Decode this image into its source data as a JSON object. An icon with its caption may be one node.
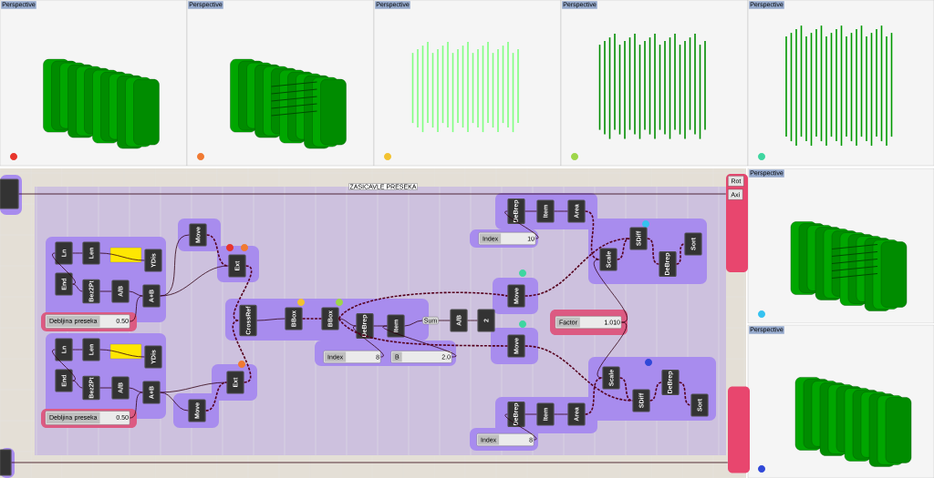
{
  "diagram": {
    "nodes": [
      {
        "text": [
          "Ln"
        ]
      },
      {
        "text": [
          "Len"
        ]
      },
      {
        "text": [
          "End"
        ]
      },
      {
        "text": [
          "Bez2Pt"
        ]
      },
      {
        "text": [
          "A/B"
        ]
      },
      {
        "text": [
          "YDis"
        ]
      },
      {
        "text": [
          "A+B"
        ]
      },
      {
        "text": [
          "Debljina preseka",
          "0.50"
        ]
      },
      {
        "text": [
          "Move"
        ]
      },
      {
        "text": [
          "Ext"
        ]
      },
      {
        "text": [
          "Ln"
        ]
      },
      {
        "text": [
          "Len"
        ]
      },
      {
        "text": [
          "End"
        ]
      },
      {
        "text": [
          "Bez2Pt"
        ]
      },
      {
        "text": [
          "A/B"
        ]
      },
      {
        "text": [
          "YDis"
        ]
      },
      {
        "text": [
          "A+B"
        ]
      },
      {
        "text": [
          "Debljina preseka",
          "0.50"
        ]
      },
      {
        "text": [
          "Move"
        ]
      },
      {
        "text": [
          "Ext"
        ]
      },
      {
        "text": [
          "CrossRef"
        ]
      },
      {
        "text": [
          "BBox"
        ]
      },
      {
        "text": [
          "BBox"
        ]
      },
      {
        "text": [
          "DeBrep"
        ]
      },
      {
        "text": [
          "Item"
        ]
      },
      {
        "text": [
          "Sum"
        ]
      },
      {
        "text": [
          "A/B"
        ]
      },
      {
        "text": [
          "2"
        ]
      },
      {
        "text": [
          "Index",
          "8"
        ]
      },
      {
        "text": [
          "B",
          "2.0"
        ]
      },
      {
        "text": [
          "DeBrep"
        ]
      },
      {
        "text": [
          "Item"
        ]
      },
      {
        "text": [
          "Area"
        ]
      },
      {
        "text": [
          "Index",
          "10"
        ]
      },
      {
        "text": [
          "Move"
        ]
      },
      {
        "text": [
          "Move"
        ]
      },
      {
        "text": [
          "Factor",
          "1.010"
        ]
      },
      {
        "text": [
          "Scale"
        ]
      },
      {
        "text": [
          "SDiff"
        ]
      },
      {
        "text": [
          "DeBrep"
        ]
      },
      {
        "text": [
          "Sort"
        ]
      },
      {
        "text": [
          "DeBrep"
        ]
      },
      {
        "text": [
          "Item"
        ]
      },
      {
        "text": [
          "Area"
        ]
      },
      {
        "text": [
          "Index",
          "8"
        ]
      },
      {
        "text": [
          "Scale"
        ]
      },
      {
        "text": [
          "SDiff"
        ]
      },
      {
        "text": [
          "DeBrep"
        ]
      },
      {
        "text": [
          "Sort"
        ]
      },
      {
        "text": [],
        "shape": "box"
      },
      {
        "text": [
          "Rot",
          "Axi"
        ]
      },
      {
        "text": [],
        "shape": "box"
      },
      {
        "text": [],
        "shape": "box"
      }
    ],
    "edges": [
      {
        "from": 2,
        "to": 0,
        "arrow": "none"
      },
      {
        "from": 0,
        "to": 1,
        "arrow": "none"
      },
      {
        "from": 2,
        "to": 3,
        "arrow": "none"
      },
      {
        "from": 3,
        "to": 4,
        "arrow": "none"
      },
      {
        "from": 4,
        "to": 6,
        "arrow": "none"
      },
      {
        "from": 1,
        "to": 5,
        "arrow": "none"
      },
      {
        "from": 7,
        "to": 6,
        "arrow": "none"
      },
      {
        "from": 6,
        "to": 8,
        "arrow": "none"
      },
      {
        "from": 6,
        "to": 9,
        "arrow": "none"
      },
      {
        "from": 8,
        "to": 9,
        "arrow": "none",
        "style": "dashed"
      },
      {
        "from": 12,
        "to": 10,
        "arrow": "none"
      },
      {
        "from": 10,
        "to": 11,
        "arrow": "none"
      },
      {
        "from": 12,
        "to": 13,
        "arrow": "none"
      },
      {
        "from": 13,
        "to": 14,
        "arrow": "none"
      },
      {
        "from": 14,
        "to": 16,
        "arrow": "none"
      },
      {
        "from": 11,
        "to": 15,
        "arrow": "none"
      },
      {
        "from": 17,
        "to": 16,
        "arrow": "none"
      },
      {
        "from": 16,
        "to": 18,
        "arrow": "none"
      },
      {
        "from": 16,
        "to": 19,
        "arrow": "none"
      },
      {
        "from": 18,
        "to": 19,
        "arrow": "none",
        "style": "dashed"
      },
      {
        "from": 9,
        "to": 20,
        "arrow": "none",
        "style": "dashed"
      },
      {
        "from": 19,
        "to": 20,
        "arrow": "none",
        "style": "dashed"
      },
      {
        "from": 20,
        "to": 21,
        "arrow": "none"
      },
      {
        "from": 21,
        "to": 22,
        "arrow": "none",
        "style": "dashed"
      },
      {
        "from": 22,
        "to": 23,
        "arrow": "none"
      },
      {
        "from": 28,
        "to": 23,
        "arrow": "none"
      },
      {
        "from": 23,
        "to": 24,
        "arrow": "none"
      },
      {
        "from": 29,
        "to": 24,
        "arrow": "none"
      },
      {
        "from": 24,
        "to": 25,
        "arrow": "none"
      },
      {
        "from": 25,
        "to": 26,
        "arrow": "none"
      },
      {
        "from": 26,
        "to": 27,
        "arrow": "none"
      },
      {
        "from": 22,
        "to": 34,
        "arrow": "none",
        "style": "dashed"
      },
      {
        "from": 22,
        "to": 35,
        "arrow": "none",
        "style": "dashed"
      },
      {
        "from": 33,
        "to": 30,
        "arrow": "none"
      },
      {
        "from": 30,
        "to": 31,
        "arrow": "none"
      },
      {
        "from": 31,
        "to": 32,
        "arrow": "none"
      },
      {
        "from": 32,
        "to": 37,
        "arrow": "none",
        "style": "dashed"
      },
      {
        "from": 34,
        "to": 38,
        "arrow": "none",
        "style": "dashed"
      },
      {
        "from": 36,
        "to": 37,
        "arrow": "none"
      },
      {
        "from": 36,
        "to": 45,
        "arrow": "none"
      },
      {
        "from": 37,
        "to": 38,
        "arrow": "none",
        "style": "dashed"
      },
      {
        "from": 38,
        "to": 39,
        "arrow": "none",
        "style": "dashed"
      },
      {
        "from": 39,
        "to": 40,
        "arrow": "none",
        "style": "dashed"
      },
      {
        "from": 44,
        "to": 41,
        "arrow": "none"
      },
      {
        "from": 41,
        "to": 42,
        "arrow": "none"
      },
      {
        "from": 42,
        "to": 43,
        "arrow": "none"
      },
      {
        "from": 43,
        "to": 45,
        "arrow": "none",
        "style": "dashed"
      },
      {
        "from": 35,
        "to": 46,
        "arrow": "none",
        "style": "dashed"
      },
      {
        "from": 45,
        "to": 46,
        "arrow": "none",
        "style": "dashed"
      },
      {
        "from": 46,
        "to": 47,
        "arrow": "none",
        "style": "dashed"
      },
      {
        "from": 47,
        "to": 48,
        "arrow": "none",
        "style": "dashed"
      },
      {
        "from": 49,
        "to": 50,
        "arrow": "none"
      },
      {
        "from": 52,
        "to": 51,
        "arrow": "none"
      }
    ],
    "labels": [
      "Perspective",
      "Perspective",
      "Perspective",
      "Perspective",
      "Perspective",
      "Perspective",
      "Perspective",
      "ZASICAVLE PRESEKA"
    ]
  }
}
